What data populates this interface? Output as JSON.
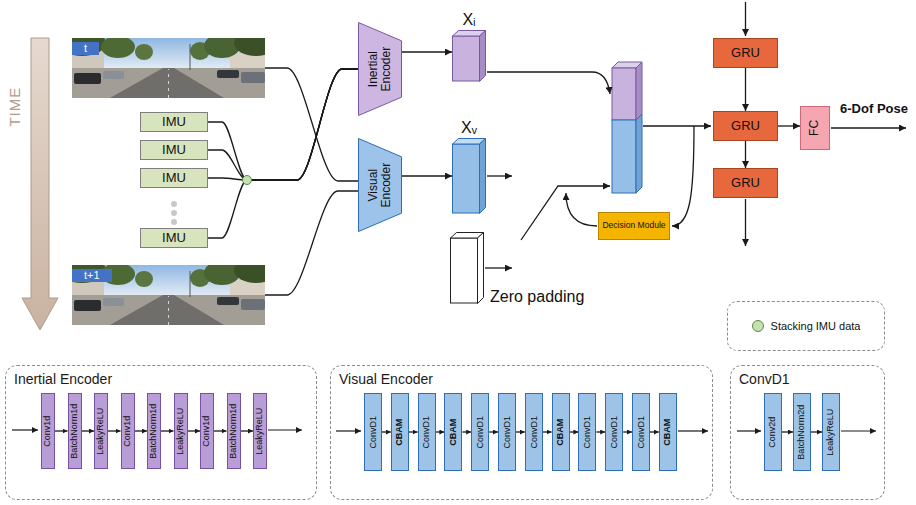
{
  "diagram": {
    "nodes": [
      {
        "text": [
          "t"
        ]
      },
      {
        "text": [
          "IMU"
        ]
      },
      {
        "text": [
          "IMU"
        ]
      },
      {
        "text": [
          "IMU"
        ]
      },
      {
        "text": [
          "IMU"
        ]
      },
      {
        "text": [
          "t+1"
        ]
      },
      {
        "text": [
          "Inertial Encoder"
        ]
      },
      {
        "text": [
          "Visual Encoder"
        ]
      },
      {
        "text": [
          "Xᵢ"
        ]
      },
      {
        "text": [
          "Xᵥ"
        ]
      },
      {
        "text": [
          "Zero padding"
        ]
      },
      {
        "text": [
          "Decision Module"
        ]
      },
      {
        "text": [
          "GRU"
        ]
      },
      {
        "text": [
          "GRU"
        ]
      },
      {
        "text": [
          "GRU"
        ]
      },
      {
        "text": [
          "FC"
        ]
      },
      {
        "text": [
          "Inertial Encoder"
        ]
      },
      {
        "text": [
          "Conv1d"
        ],
        "in": 16
      },
      {
        "text": [
          "BatchNorm1d"
        ],
        "in": 16
      },
      {
        "text": [
          "LeakyReLU"
        ],
        "in": 16
      },
      {
        "text": [
          "Conv1d"
        ],
        "in": 16
      },
      {
        "text": [
          "BatchNorm1d"
        ],
        "in": 16
      },
      {
        "text": [
          "LeakyReLU"
        ],
        "in": 16
      },
      {
        "text": [
          "Conv1d"
        ],
        "in": 16
      },
      {
        "text": [
          "BatchNorm1d"
        ],
        "in": 16
      },
      {
        "text": [
          "LeakyReLU"
        ],
        "in": 16
      },
      {
        "text": [
          "Visual Encoder"
        ]
      },
      {
        "text": [
          "ConvD1"
        ],
        "in": 26
      },
      {
        "text": [
          "CBAM"
        ],
        "in": 26
      },
      {
        "text": [
          "ConvD1"
        ],
        "in": 26
      },
      {
        "text": [
          "CBAM"
        ],
        "in": 26
      },
      {
        "text": [
          "ConvD1"
        ],
        "in": 26
      },
      {
        "text": [
          "ConvD1"
        ],
        "in": 26
      },
      {
        "text": [
          "ConvD1"
        ],
        "in": 26
      },
      {
        "text": [
          "CBAM"
        ],
        "in": 26
      },
      {
        "text": [
          "ConvD1"
        ],
        "in": 26
      },
      {
        "text": [
          "ConvD1"
        ],
        "in": 26
      },
      {
        "text": [
          "ConvD1"
        ],
        "in": 26
      },
      {
        "text": [
          "CBAM"
        ],
        "in": 26
      },
      {
        "text": [
          "ConvD1"
        ]
      },
      {
        "text": [
          "Conv2d"
        ],
        "in": 39
      },
      {
        "text": [
          "BatchNorm2d"
        ],
        "in": 39
      },
      {
        "text": [
          "LeakyReLU"
        ],
        "in": 39
      }
    ],
    "edges": [
      {
        "from": 0,
        "to": 7,
        "arrow": "none"
      },
      {
        "from": 1,
        "to": 6,
        "arrow": "none"
      },
      {
        "from": 2,
        "to": 6,
        "arrow": "none"
      },
      {
        "from": 3,
        "to": 6,
        "arrow": "none"
      },
      {
        "from": 4,
        "to": 6,
        "arrow": "none"
      },
      {
        "from": 5,
        "to": 7,
        "arrow": "none"
      },
      {
        "from": 6,
        "to": 8,
        "arrow": "to"
      },
      {
        "from": 7,
        "to": 9,
        "arrow": "to"
      },
      {
        "from": 12,
        "to": 13,
        "arrow": "to"
      },
      {
        "from": 13,
        "to": 14,
        "arrow": "to"
      },
      {
        "from": 13,
        "to": 15,
        "arrow": "to"
      },
      {
        "from": 17,
        "to": 18,
        "arrow": "to"
      },
      {
        "from": 18,
        "to": 19,
        "arrow": "to"
      },
      {
        "from": 19,
        "to": 20,
        "arrow": "to"
      },
      {
        "from": 20,
        "to": 21,
        "arrow": "to"
      },
      {
        "from": 21,
        "to": 22,
        "arrow": "to"
      },
      {
        "from": 22,
        "to": 23,
        "arrow": "to"
      },
      {
        "from": 23,
        "to": 24,
        "arrow": "to"
      },
      {
        "from": 24,
        "to": 25,
        "arrow": "to"
      },
      {
        "from": 27,
        "to": 28,
        "arrow": "to"
      },
      {
        "from": 28,
        "to": 29,
        "arrow": "to"
      },
      {
        "from": 29,
        "to": 30,
        "arrow": "to"
      },
      {
        "from": 30,
        "to": 31,
        "arrow": "to"
      },
      {
        "from": 31,
        "to": 32,
        "arrow": "to"
      },
      {
        "from": 32,
        "to": 33,
        "arrow": "to"
      },
      {
        "from": 33,
        "to": 34,
        "arrow": "to"
      },
      {
        "from": 34,
        "to": 35,
        "arrow": "to"
      },
      {
        "from": 35,
        "to": 36,
        "arrow": "to"
      },
      {
        "from": 36,
        "to": 37,
        "arrow": "to"
      },
      {
        "from": 37,
        "to": 38,
        "arrow": "to"
      },
      {
        "from": 40,
        "to": 41,
        "arrow": "to"
      },
      {
        "from": 41,
        "to": 42,
        "arrow": "to"
      }
    ],
    "labels": [
      "TIME",
      "6-Dof Pose"
    ],
    "legend": [
      {
        "text": "Stacking IMU data",
        "color": "#c5e0b4"
      }
    ]
  }
}
